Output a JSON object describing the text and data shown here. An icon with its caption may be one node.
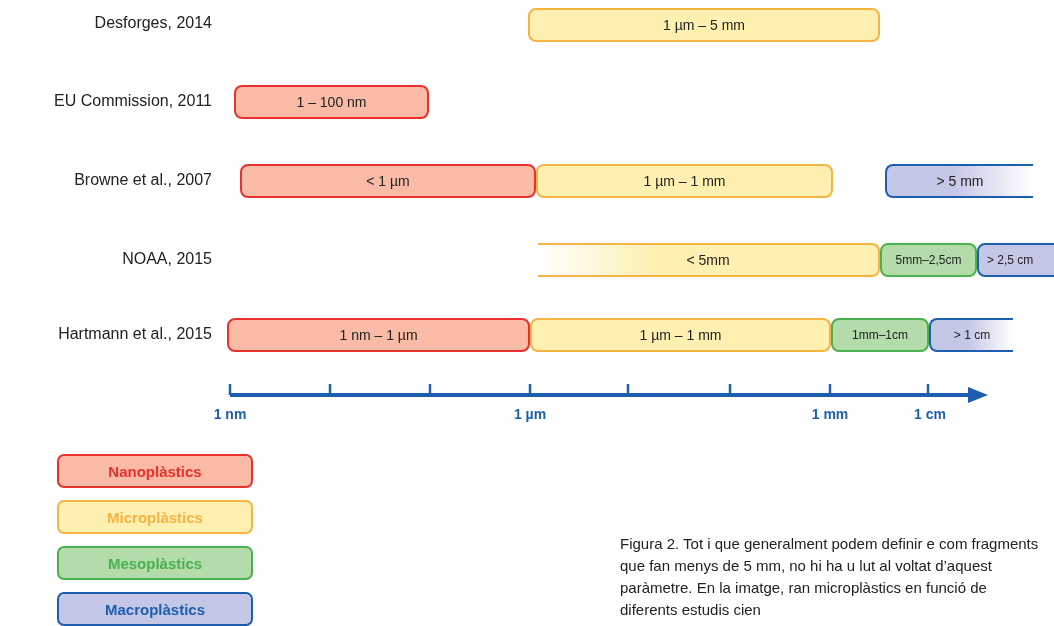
{
  "diagram": {
    "caption": "Figura 2. Tot i que generalment podem definir e com fragments que fan menys de 5 mm, no hi ha u lut al voltat d’aquest paràmetre. En la imatge, ran microplàstics en funció de diferents estudis cien",
    "nodes": [
      {
        "text": [
          "1 µm – 5 mm"
        ]
      },
      {
        "text": [
          "1 – 100 nm"
        ]
      },
      {
        "text": [
          "< 1 µm"
        ]
      },
      {
        "text": [
          "1 µm – 1 mm"
        ]
      },
      {
        "text": [
          "> 5 mm"
        ]
      },
      {
        "text": [
          "< 5mm"
        ]
      },
      {
        "text": [
          "5mm–2,5cm"
        ]
      },
      {
        "text": [
          "> 2,5 cm"
        ]
      },
      {
        "text": [
          "1 nm – 1 µm"
        ]
      },
      {
        "text": [
          "1 µm – 1 mm"
        ]
      },
      {
        "text": [
          "1mm–1cm"
        ]
      },
      {
        "text": [
          "> 1 cm"
        ]
      }
    ],
    "labels": [
      "Desforges, 2014",
      "EU Commission, 2011",
      "Browne et al., 2007",
      "NOAA, 2015",
      "Hartmann et al., 2015",
      "1 nm",
      "1 µm",
      "1 mm",
      "1 cm"
    ],
    "legend": [
      {
        "text": "Nanoplàstics",
        "color": "#f9bba5"
      },
      {
        "text": "Microplàstics",
        "color": "#fdf0b0"
      },
      {
        "text": "Mesoplàstics",
        "color": "#b3dcaa"
      },
      {
        "text": "Macroplàstics",
        "color": "#c5c7e6"
      }
    ]
  }
}
